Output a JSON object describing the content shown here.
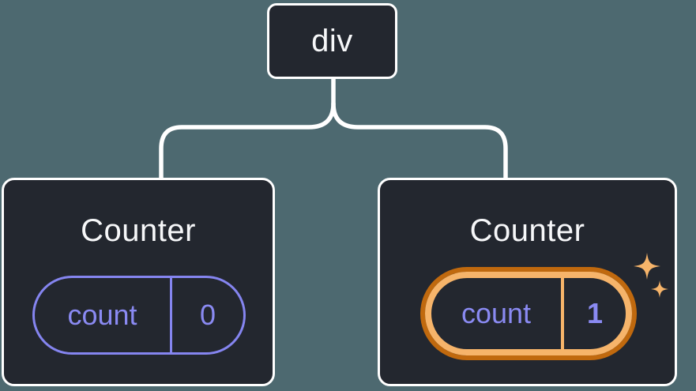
{
  "diagram": {
    "root": {
      "label": "div"
    },
    "children": [
      {
        "title": "Counter",
        "state": {
          "key": "count",
          "value": "0"
        },
        "highlighted": false
      },
      {
        "title": "Counter",
        "state": {
          "key": "count",
          "value": "1"
        },
        "highlighted": true
      }
    ]
  },
  "icons": {
    "highlight": "sparkles-icon"
  },
  "colors": {
    "background": "#4d6970",
    "node_background": "#23272f",
    "node_border": "#ffffff",
    "text": "#f6f7f9",
    "state_accent": "#8a8af2",
    "highlight": "#f6b46a",
    "highlight_dark": "#c0690e"
  }
}
